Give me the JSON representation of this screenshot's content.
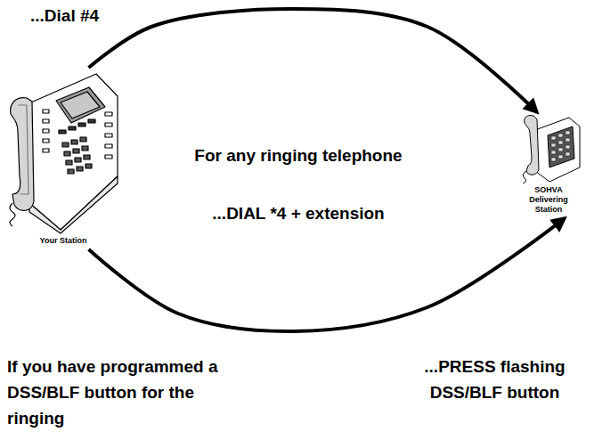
{
  "diagram": {
    "nodes": [
      {
        "text": [
          "Your Station"
        ]
      },
      {
        "text": [
          "SOHVA Delivering Station"
        ]
      }
    ],
    "edges": [
      {
        "from": 0,
        "to": 1,
        "arrow": "to"
      },
      {
        "from": 0,
        "to": 1,
        "arrow": "to"
      }
    ],
    "labels": [
      "...Dial #4",
      "For any ringing telephone",
      "...DIAL *4 + extension",
      "If you have programmed a DSS/BLF button for the ringing",
      "...PRESS flashing DSS/BLF button"
    ]
  }
}
